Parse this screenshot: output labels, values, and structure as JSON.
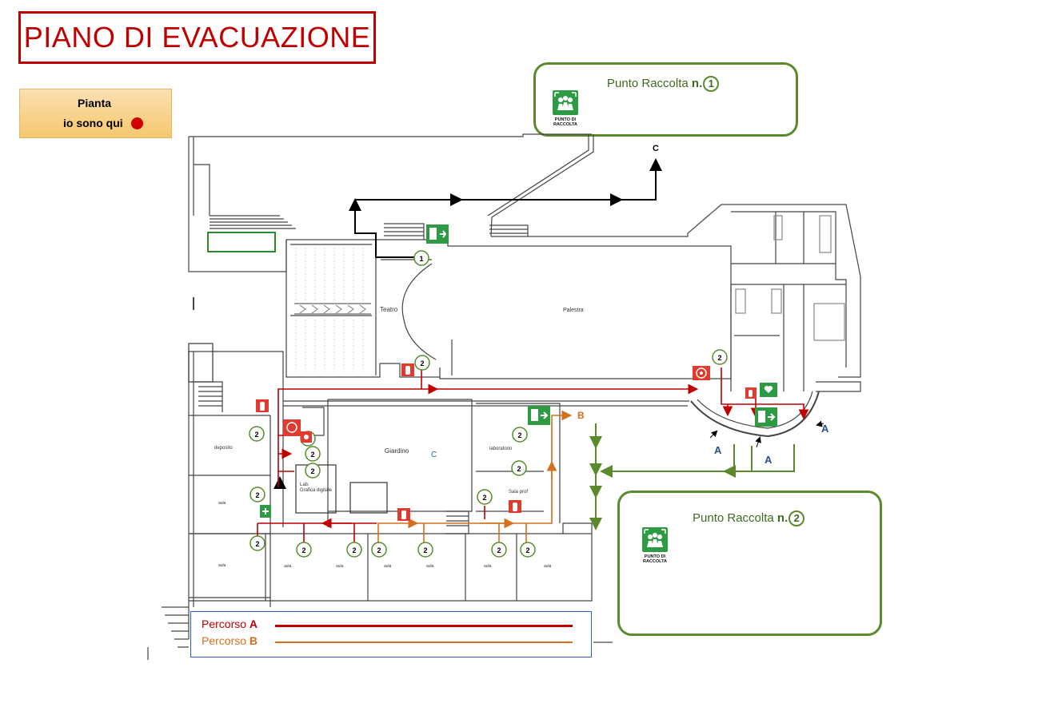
{
  "title": "PIANO DI EVACUAZIONE",
  "here_box": {
    "line1": "Pianta",
    "line2": "io sono qui"
  },
  "rally_points": [
    {
      "label": "Punto Raccolta",
      "prefix": "n.",
      "number": "1",
      "icon_text": "PUNTO DI RACCOLTA"
    },
    {
      "label": "Punto Raccolta",
      "prefix": "n.",
      "number": "2",
      "icon_text": "PUNTO DI RACCOLTA"
    }
  ],
  "legend": [
    {
      "label": "Percorso",
      "letter": "A",
      "color": "#c00000"
    },
    {
      "label": "Percorso",
      "letter": "B",
      "color": "#d4711f"
    }
  ],
  "rooms": {
    "teatro": "Teatro",
    "palestra": "Palestra",
    "giardino": "Giardino",
    "giardino_letter": "C",
    "deposito": "deposito",
    "laboratorio": "laboratorio",
    "sala_prof": "Sala prof",
    "lab_line1": "Lab.",
    "lab_line2": "Grafica digitale",
    "aula": "aula"
  },
  "route_letters": {
    "a": "A",
    "b": "B",
    "c": "C"
  },
  "marker_numbers": {
    "one": "1",
    "two": "2"
  },
  "colors": {
    "route_a": "#c00000",
    "route_b": "#d4711f",
    "route_green": "#5a8a2c",
    "exit": "#2f9a44",
    "title": "#c00000"
  }
}
